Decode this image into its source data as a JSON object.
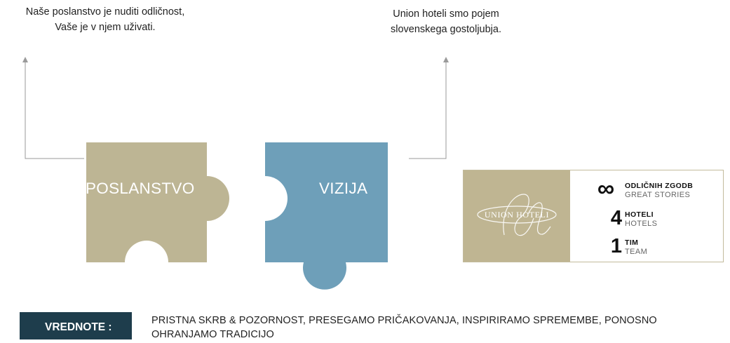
{
  "captions": {
    "left_line1": "Naše poslanstvo je nuditi odličnost,",
    "left_line2": "Vaše je v njem uživati.",
    "right_line1": "Union hoteli smo pojem",
    "right_line2": "slovenskega gostoljubja."
  },
  "pieces": {
    "mission_label": "POSLANSTVO",
    "vision_label": "VIZIJA"
  },
  "colors": {
    "mission": "#bdb594",
    "vision": "#6e9fb9",
    "values_bar": "#1e3d4c",
    "connector": "#9a9a9a"
  },
  "card": {
    "logo_text": "UNION HOTELI",
    "stats": [
      {
        "value": "∞",
        "title": "ODLIČNIH ZGODB",
        "subtitle": "GREAT STORIES"
      },
      {
        "value": "4",
        "title": "HOTELI",
        "subtitle": "HOTELS"
      },
      {
        "value": "1",
        "title": "TIM",
        "subtitle": "TEAM"
      }
    ]
  },
  "values": {
    "label": "VREDNOTE :",
    "text": "PRISTNA SKRB & POZORNOST, PRESEGAMO PRIČAKOVANJA, INSPIRIRAMO SPREMEMBE, PONOSNO OHRANJAMO TRADICIJO"
  }
}
